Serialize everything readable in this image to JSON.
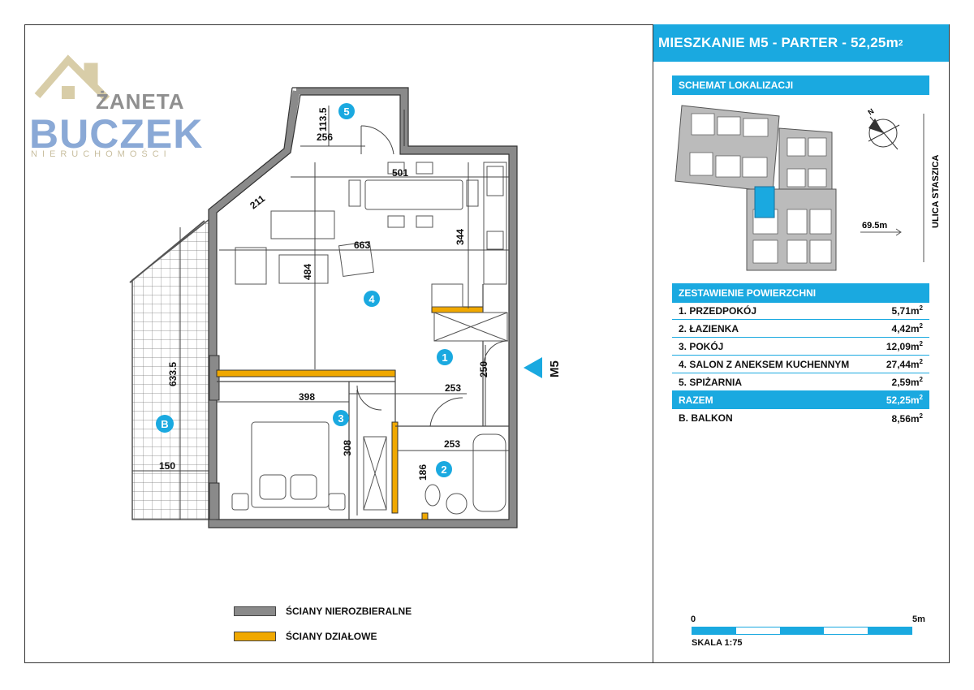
{
  "header": {
    "title_main": "MIESZKANIE M5 - PARTER - 52,25m",
    "title_sup": "2"
  },
  "logo": {
    "line1": "ŻANETA",
    "line2": "BUCZEK",
    "line3": "NIERUCHOMOŚCI"
  },
  "location": {
    "heading": "SCHEMAT LOKALIZACJI",
    "street": "ULICA STASZICA",
    "distance": "69.5m",
    "north": "N"
  },
  "areas": {
    "heading": "ZESTAWIENIE POWIERZCHNI",
    "rows": [
      {
        "label": "1. PRZEDPOKÓJ",
        "value": "5,71m",
        "sup": "2"
      },
      {
        "label": "2. ŁAZIENKA",
        "value": "4,42m",
        "sup": "2"
      },
      {
        "label": "3. POKÓJ",
        "value": "12,09m",
        "sup": "2"
      },
      {
        "label": "4. SALON Z ANEKSEM KUCHENNYM",
        "value": "27,44m",
        "sup": "2"
      },
      {
        "label": "5. SPIŻARNIA",
        "value": "2,59m",
        "sup": "2"
      }
    ],
    "total": {
      "label": "RAZEM",
      "value": "52,25m",
      "sup": "2"
    },
    "balcony": {
      "label": "B. BALKON",
      "value": "8,56m",
      "sup": "2"
    }
  },
  "legend": {
    "load_bearing": "ŚCIANY NIEROZBIERALNE",
    "partition": "ŚCIANY DZIAŁOWE",
    "load_bearing_color": "#8a8a8a",
    "partition_color": "#f0a800"
  },
  "scale": {
    "start": "0",
    "end": "5m",
    "label": "SKALA 1:75"
  },
  "plan": {
    "unit_mark": "M5",
    "rooms": {
      "r1": "1",
      "r2": "2",
      "r3": "3",
      "r4": "4",
      "r5": "5",
      "rb": "B"
    },
    "dims": {
      "d113": "113.5",
      "d256": "256",
      "d501": "501",
      "d211": "211",
      "d663": "663",
      "d344": "344",
      "d484": "484",
      "d250": "250",
      "d253a": "253",
      "d398": "398",
      "d308": "308",
      "d253b": "253",
      "d186": "186",
      "d633": "633.5",
      "d150": "150"
    }
  },
  "colors": {
    "accent": "#1aa9e0",
    "wall": "#8a8a8a",
    "partition": "#f0a800"
  }
}
